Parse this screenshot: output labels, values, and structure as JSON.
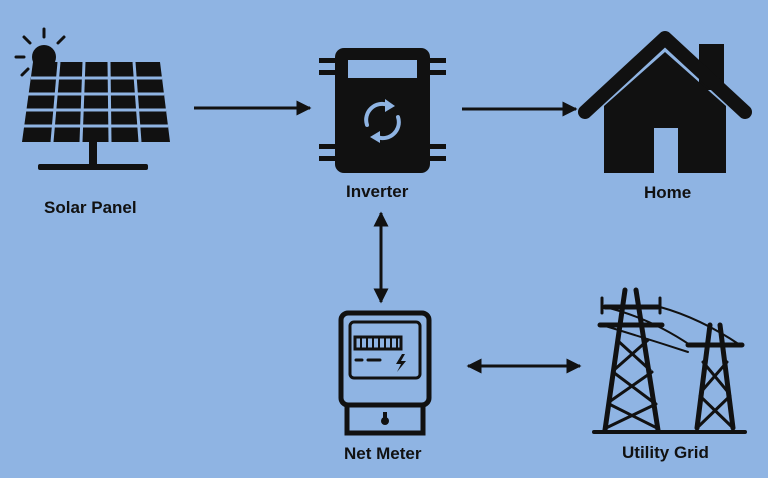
{
  "diagram": {
    "nodes": {
      "solar_panel": {
        "label": "Solar Panel",
        "icon": "solar-panel-icon"
      },
      "inverter": {
        "label": "Inverter",
        "icon": "inverter-icon"
      },
      "home": {
        "label": "Home",
        "icon": "house-icon"
      },
      "net_meter": {
        "label": "Net Meter",
        "icon": "electric-meter-icon"
      },
      "utility_grid": {
        "label": "Utility Grid",
        "icon": "power-tower-icon"
      }
    },
    "edges": [
      {
        "from": "solar_panel",
        "to": "inverter",
        "direction": "one-way"
      },
      {
        "from": "inverter",
        "to": "home",
        "direction": "one-way"
      },
      {
        "from": "inverter",
        "to": "net_meter",
        "direction": "two-way"
      },
      {
        "from": "net_meter",
        "to": "utility_grid",
        "direction": "two-way"
      }
    ],
    "colors": {
      "background": "#8fb4e3",
      "ink": "#111111"
    }
  }
}
